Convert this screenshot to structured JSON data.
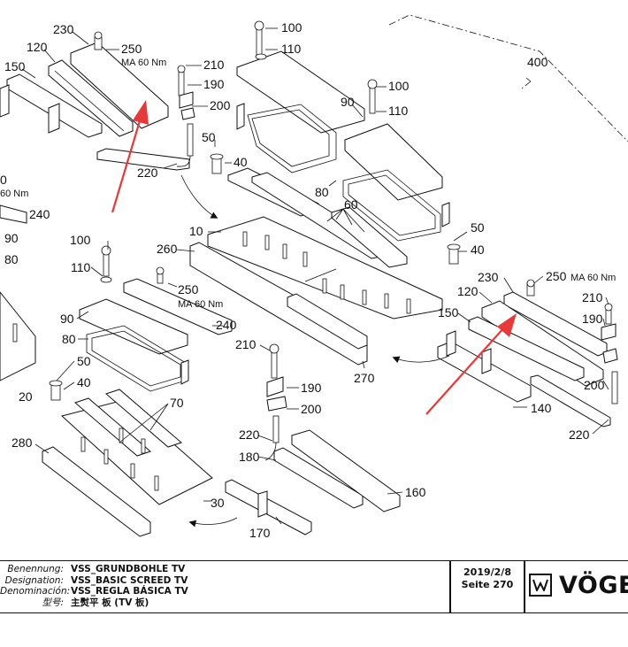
{
  "callouts": {
    "c230a": "230",
    "c250a": "250",
    "ma_a": "MA 60 Nm",
    "c120a": "120",
    "c150a": "150",
    "c210a": "210",
    "c190a": "190",
    "c200a": "200",
    "c220a": "220",
    "c100a": "100",
    "c110a": "110",
    "c90a": "90",
    "c100b": "100",
    "c110b": "110",
    "c400": "400",
    "c50a": "50",
    "c40a": "40",
    "c80a": "80",
    "c60": "60",
    "c10": "10",
    "c260": "260",
    "c50b": "50",
    "c40b": "40",
    "c_left_0": "0",
    "c_left_ma": "60 Nm",
    "c240a": "240",
    "c90l": "90",
    "c80l": "80",
    "c20": "20",
    "c100c": "100",
    "c110c": "110",
    "c250b": "250",
    "ma_b": "MA 60 Nm",
    "c90b": "90",
    "c240b": "240",
    "c80b": "80",
    "c50c": "50",
    "c40c": "40",
    "c70": "70",
    "c280": "280",
    "c30": "30",
    "c210b": "210",
    "c190b": "190",
    "c200b": "200",
    "c220b": "220",
    "c180": "180",
    "c160": "160",
    "c170": "170",
    "c270": "270",
    "c230b": "230",
    "c250c": "250",
    "ma_c": "MA 60 Nm",
    "c120b": "120",
    "c210c": "210",
    "c150b": "150",
    "c190c": "190",
    "c200c": "200",
    "c140": "140",
    "c220c": "220"
  },
  "title_block": {
    "labels": [
      "Benennung:",
      "Designation:",
      "Denominación:",
      "型号:"
    ],
    "values": [
      "VSS_GRUNDBOHLE TV",
      "VSS_BASIC SCREED TV",
      "VSS_REGLA BÁSICA TV",
      "主熨平 板 (TV 板)"
    ],
    "date": "2019/2/8",
    "page": "Seite 270",
    "logo_text": "VÖGEL"
  },
  "colors": {
    "arrow_red": "#e8393a",
    "line": "#111111"
  }
}
